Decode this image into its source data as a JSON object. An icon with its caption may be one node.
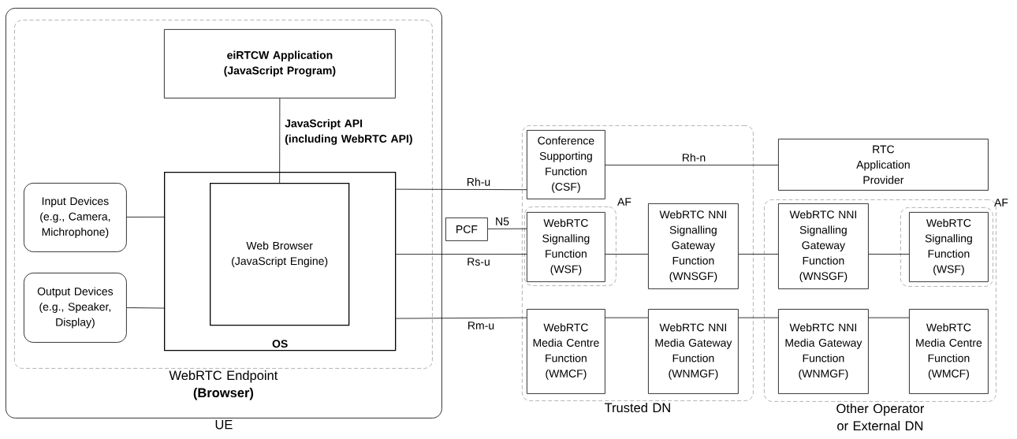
{
  "diagram": {
    "nodes": [
      {
        "text": [
          "UE"
        ]
      },
      {
        "text": [
          "WebRTC Endpoint **(Browser)**"
        ],
        "in": 0
      },
      {
        "text": [
          "eiRTCW Application (JavaScript Program)"
        ],
        "in": 1
      },
      {
        "text": [
          "OS"
        ],
        "in": 1
      },
      {
        "text": [
          "Web Browser (JavaScript Engine)"
        ],
        "in": 3
      },
      {
        "text": [
          "Input Devices (e.g., Camera, Michrophone)"
        ],
        "in": 1
      },
      {
        "text": [
          "Output Devices (e.g., Speaker, Display)"
        ],
        "in": 1
      },
      {
        "text": [
          "Trusted DN"
        ]
      },
      {
        "text": [
          "Conference Supporting Function (CSF)"
        ],
        "in": 7
      },
      {
        "text": [
          "AF"
        ],
        "in": 7
      },
      {
        "text": [
          "WebRTC Signalling Function (WSF)"
        ],
        "in": 9
      },
      {
        "text": [
          "PCF"
        ]
      },
      {
        "text": [
          "WebRTC NNI Signalling Gateway Function (WNSGF)"
        ],
        "in": 7
      },
      {
        "text": [
          "WebRTC Media Centre Function (WMCF)"
        ],
        "in": 7
      },
      {
        "text": [
          "WebRTC NNI Media Gateway Function (WNMGF)"
        ],
        "in": 7
      },
      {
        "text": [
          "RTC Application Provider"
        ]
      },
      {
        "text": [
          "Other Operator or External DN"
        ]
      },
      {
        "text": [
          "WebRTC NNI Signalling Gateway Function (WNSGF)"
        ],
        "in": 16
      },
      {
        "text": [
          "AF"
        ],
        "in": 16
      },
      {
        "text": [
          "WebRTC Signalling Function (WSF)"
        ],
        "in": 18
      },
      {
        "text": [
          "WebRTC NNI Media Gateway Function (WNMGF)"
        ],
        "in": 16
      },
      {
        "text": [
          "WebRTC Media Centre Function (WMCF)"
        ],
        "in": 16
      }
    ],
    "edges": [
      {
        "from": 2,
        "to": 4,
        "arrow": "none",
        "label": "JavaScript API (including WebRTC API)"
      },
      {
        "from": 5,
        "to": 3,
        "arrow": "none"
      },
      {
        "from": 6,
        "to": 3,
        "arrow": "none"
      },
      {
        "from": 3,
        "to": 8,
        "arrow": "none",
        "label": "Rh-u"
      },
      {
        "from": 8,
        "to": 15,
        "arrow": "none",
        "label": "Rh-n"
      },
      {
        "from": 11,
        "to": 10,
        "arrow": "none",
        "label": "N5"
      },
      {
        "from": 3,
        "to": 10,
        "arrow": "none",
        "label": "Rs-u"
      },
      {
        "from": 10,
        "to": 12,
        "arrow": "none"
      },
      {
        "from": 12,
        "to": 17,
        "arrow": "none"
      },
      {
        "from": 17,
        "to": 19,
        "arrow": "none"
      },
      {
        "from": 3,
        "to": 13,
        "arrow": "none",
        "label": "Rm-u"
      },
      {
        "from": 13,
        "to": 14,
        "arrow": "none"
      },
      {
        "from": 14,
        "to": 20,
        "arrow": "none"
      },
      {
        "from": 20,
        "to": 21,
        "arrow": "none"
      }
    ]
  }
}
